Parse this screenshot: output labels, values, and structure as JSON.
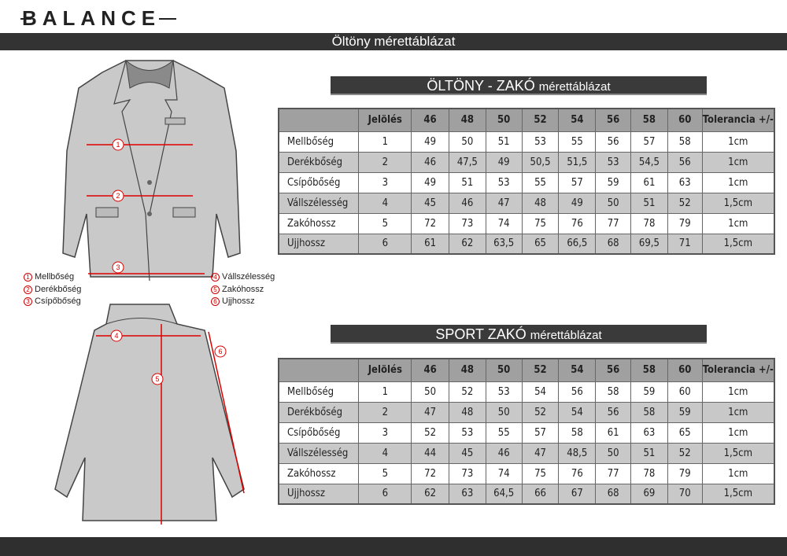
{
  "brand": "BALANCE",
  "page_title": "Öltöny mérettáblázat",
  "legend": [
    {
      "num": "1",
      "label": "Mellbőség"
    },
    {
      "num": "2",
      "label": "Derékbőség"
    },
    {
      "num": "3",
      "label": "Csípőbőség"
    },
    {
      "num": "4",
      "label": "Vállszélesség"
    },
    {
      "num": "5",
      "label": "Zakóhossz"
    },
    {
      "num": "6",
      "label": "Ujjhossz"
    }
  ],
  "headers": [
    "",
    "Jelölés",
    "46",
    "48",
    "50",
    "52",
    "54",
    "56",
    "58",
    "60",
    "Tolerancia +/-"
  ],
  "tables": [
    {
      "title_main": "ÖLTÖNY - ZAKÓ",
      "title_sub": "mérettáblázat",
      "rows": [
        [
          "Mellbőség",
          "1",
          "49",
          "50",
          "51",
          "53",
          "55",
          "56",
          "57",
          "58",
          "1cm"
        ],
        [
          "Derékbőség",
          "2",
          "46",
          "47,5",
          "49",
          "50,5",
          "51,5",
          "53",
          "54,5",
          "56",
          "1cm"
        ],
        [
          "Csípőbőség",
          "3",
          "49",
          "51",
          "53",
          "55",
          "57",
          "59",
          "61",
          "63",
          "1cm"
        ],
        [
          "Vállszélesség",
          "4",
          "45",
          "46",
          "47",
          "48",
          "49",
          "50",
          "51",
          "52",
          "1,5cm"
        ],
        [
          "Zakóhossz",
          "5",
          "72",
          "73",
          "74",
          "75",
          "76",
          "77",
          "78",
          "79",
          "1cm"
        ],
        [
          "Ujjhossz",
          "6",
          "61",
          "62",
          "63,5",
          "65",
          "66,5",
          "68",
          "69,5",
          "71",
          "1,5cm"
        ]
      ]
    },
    {
      "title_main": "SPORT ZAKÓ",
      "title_sub": "mérettáblázat",
      "rows": [
        [
          "Mellbőség",
          "1",
          "50",
          "52",
          "53",
          "54",
          "56",
          "58",
          "59",
          "60",
          "1cm"
        ],
        [
          "Derékbőség",
          "2",
          "47",
          "48",
          "50",
          "52",
          "54",
          "56",
          "58",
          "59",
          "1cm"
        ],
        [
          "Csípőbőség",
          "3",
          "52",
          "53",
          "55",
          "57",
          "58",
          "61",
          "63",
          "65",
          "1cm"
        ],
        [
          "Vállszélesség",
          "4",
          "44",
          "45",
          "46",
          "47",
          "48,5",
          "50",
          "51",
          "52",
          "1,5cm"
        ],
        [
          "Zakóhossz",
          "5",
          "72",
          "73",
          "74",
          "75",
          "76",
          "77",
          "78",
          "79",
          "1cm"
        ],
        [
          "Ujjhossz",
          "6",
          "62",
          "63",
          "64,5",
          "66",
          "67",
          "68",
          "69",
          "70",
          "1,5cm"
        ]
      ]
    }
  ]
}
